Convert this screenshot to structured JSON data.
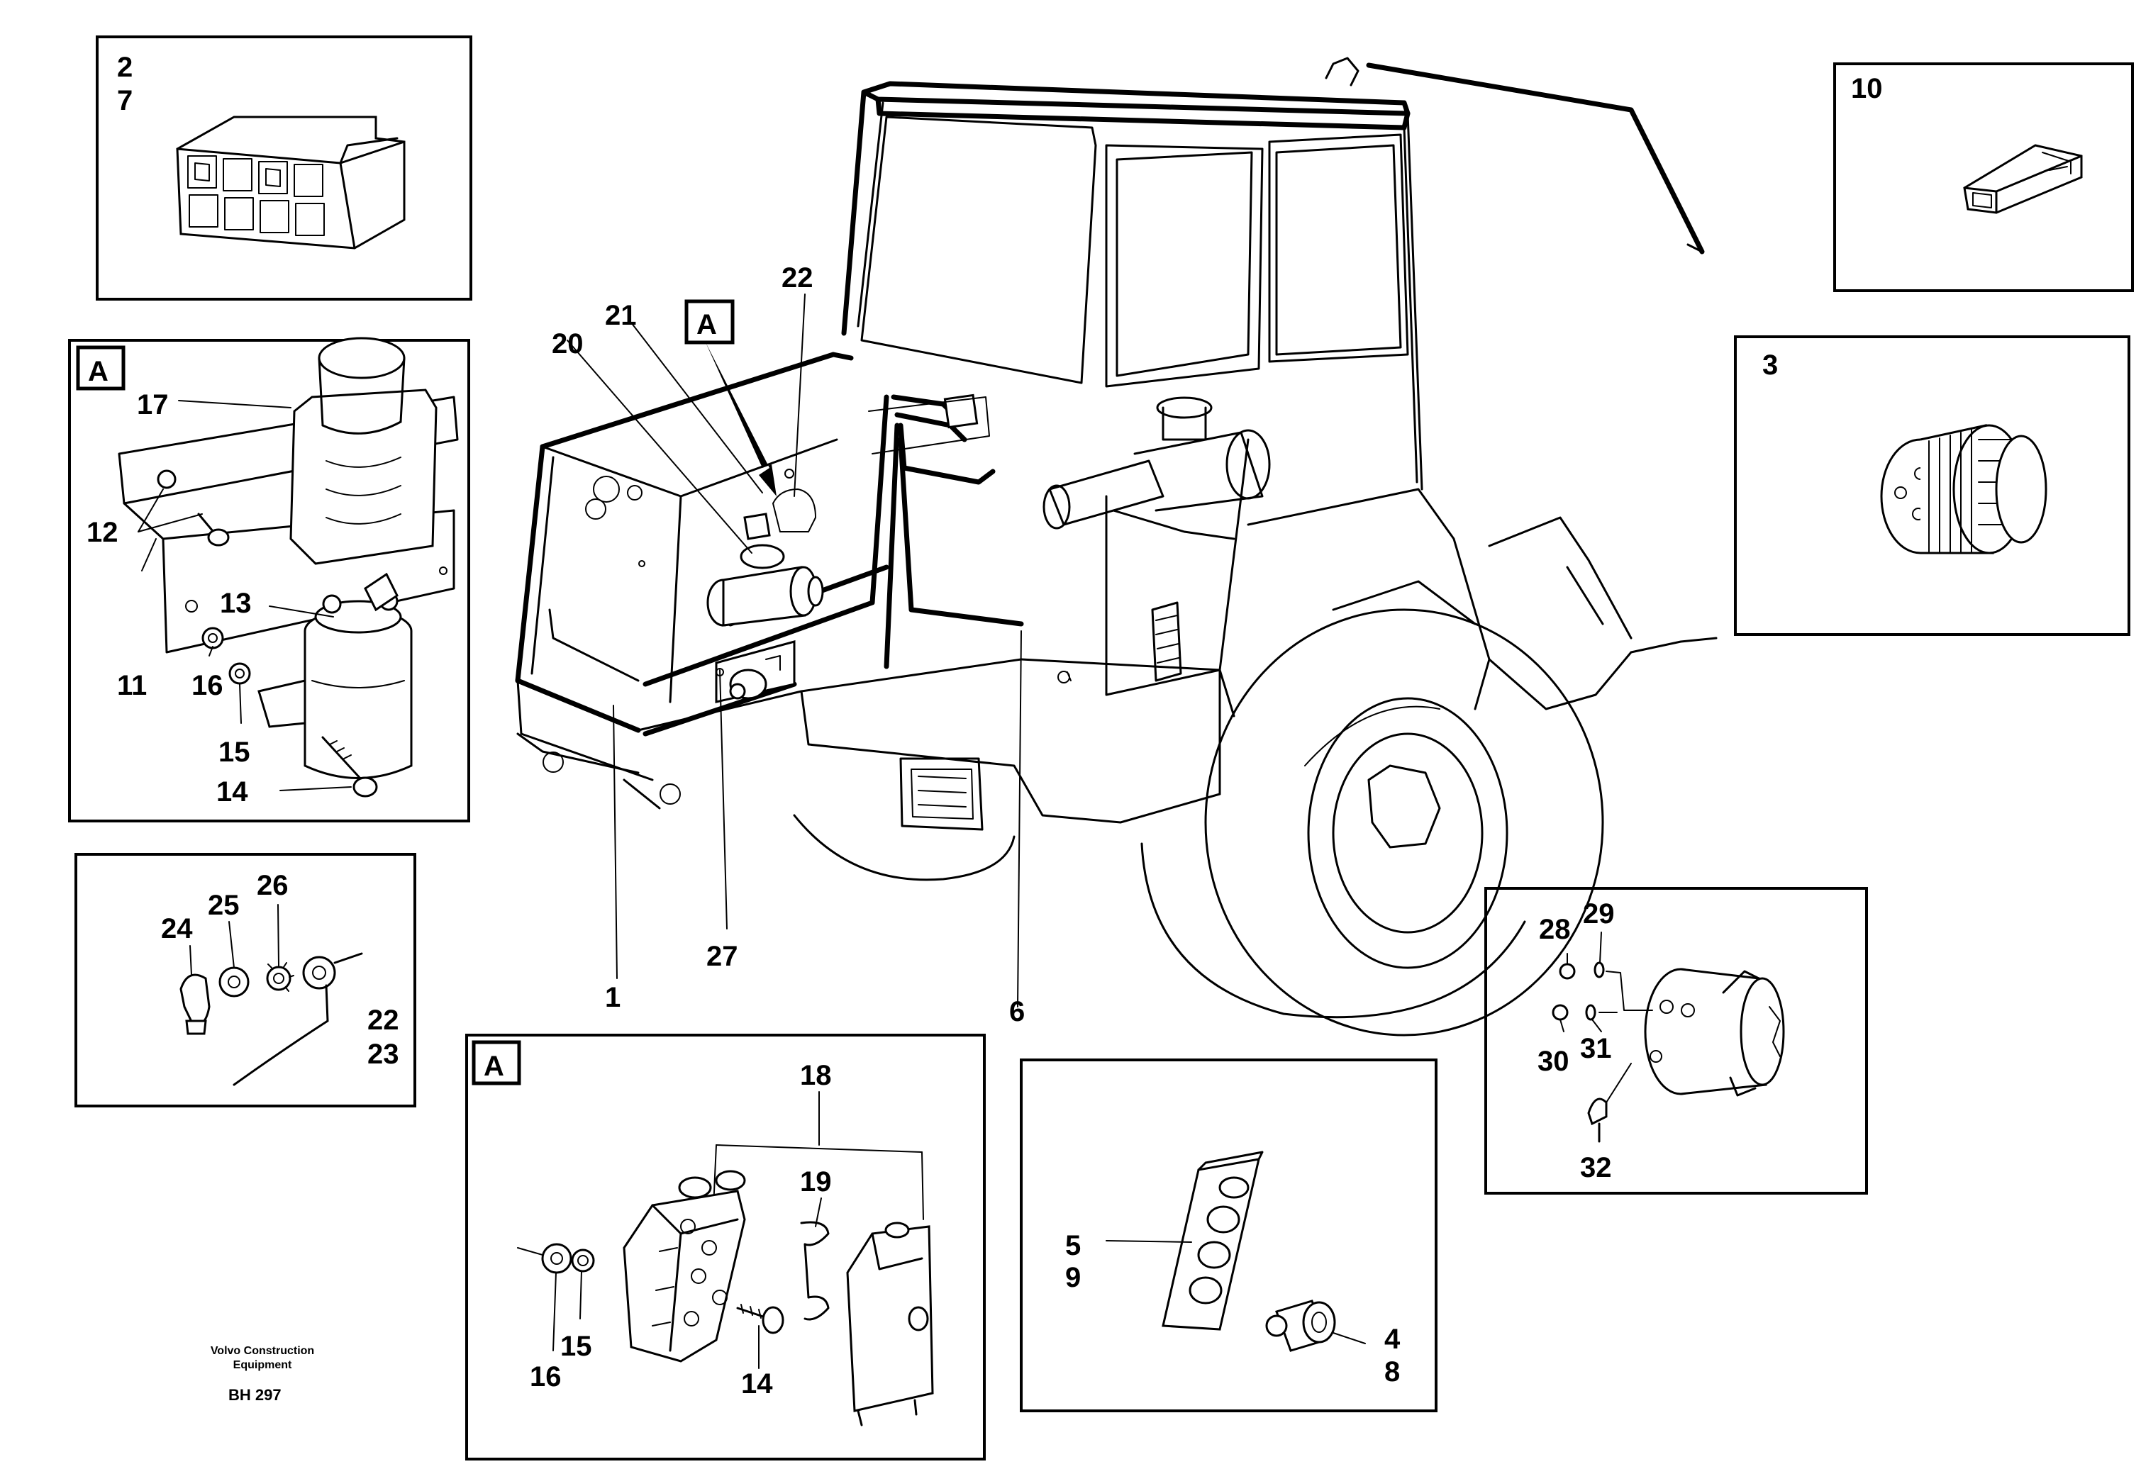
{
  "diagram": {
    "callouts": {
      "c1": "1",
      "c2": "2",
      "c3": "3",
      "c4": "4",
      "c5": "5",
      "c6": "6",
      "c7": "7",
      "c8": "8",
      "c9": "9",
      "c10": "10",
      "c11": "11",
      "c12": "12",
      "c13": "13",
      "c14a": "14",
      "c14b": "14",
      "c15a": "15",
      "c15b": "15",
      "c16a": "16",
      "c16b": "16",
      "c17": "17",
      "c18": "18",
      "c19": "19",
      "c20": "20",
      "c21": "21",
      "c22a": "22",
      "c22b": "22",
      "c23": "23",
      "c24": "24",
      "c25": "25",
      "c26": "26",
      "c27": "27",
      "c28": "28",
      "c29": "29",
      "c30": "30",
      "c31": "31",
      "c32": "32"
    },
    "detail_tag": "A",
    "footer": {
      "company_line1": "Volvo Construction",
      "company_line2": "Equipment",
      "code": "BH 297"
    }
  }
}
